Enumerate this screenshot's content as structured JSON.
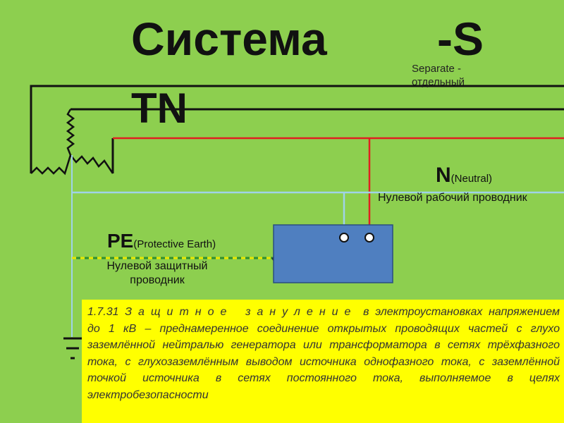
{
  "title": {
    "main": "Система",
    "suffix": "-S",
    "tn": "TN"
  },
  "separate_note": {
    "line1": "Separate -",
    "line2": "отдельный"
  },
  "neutral": {
    "letter": "N",
    "english": "(Neutral)",
    "description": "Нулевой рабочий проводник"
  },
  "protective_earth": {
    "letters": "PE",
    "english": "(Protective Earth)",
    "description_line1": "Нулевой защитный",
    "description_line2": "проводник"
  },
  "definition": {
    "number": "1.7.31",
    "term": "Защитное зануление",
    "text": "в электроустановках напряжением до 1 кВ – преднамеренное соединение открытых проводящих частей с глухо заземлённой нейтралью генератора или трансформатора в сетях трёхфазного тока, с глухозаземлённым выводом источника однофазного тока, с заземлённой точкой источника в сетях постоянного тока, выполняемое в целях электробезопасности"
  },
  "colors": {
    "background": "#8dcf4f",
    "phase_wires": "#111111",
    "red_phase": "#e02020",
    "neutral_wire": "#9fd3e8",
    "pe_wire": "#e8e800",
    "load_box": "#4f7fc0",
    "note_background": "#ffff00"
  }
}
